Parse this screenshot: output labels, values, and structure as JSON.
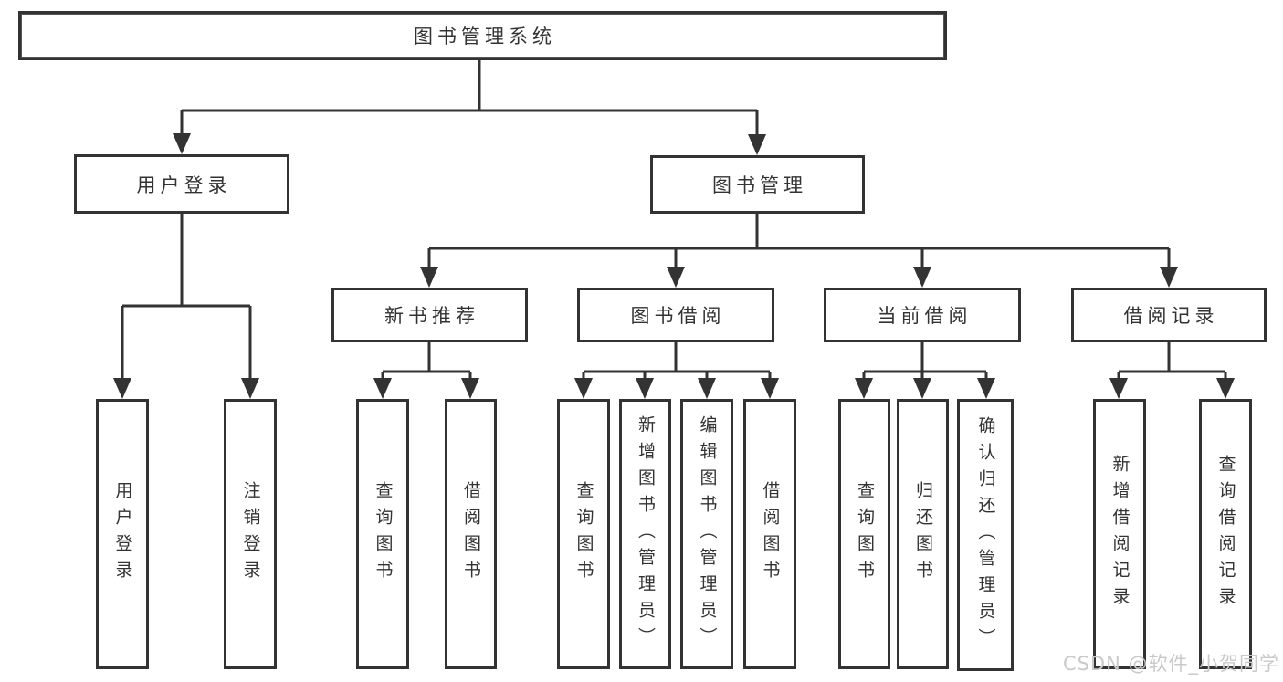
{
  "title": "图书管理系统",
  "watermark": "CSDN @软件_小贺同学",
  "tree": {
    "label": "图书管理系统",
    "children": [
      {
        "label": "用户登录",
        "children": [
          {
            "label": "用户登录"
          },
          {
            "label": "注销登录"
          }
        ]
      },
      {
        "label": "图书管理",
        "children": [
          {
            "label": "新书推荐",
            "children": [
              {
                "label": "查询图书"
              },
              {
                "label": "借阅图书"
              }
            ]
          },
          {
            "label": "图书借阅",
            "children": [
              {
                "label": "查询图书"
              },
              {
                "label": "新增图书（管理员）"
              },
              {
                "label": "编辑图书（管理员）"
              },
              {
                "label": "借阅图书"
              }
            ]
          },
          {
            "label": "当前借阅",
            "children": [
              {
                "label": "查询图书"
              },
              {
                "label": "归还图书"
              },
              {
                "label": "确认归还（管理员）"
              }
            ]
          },
          {
            "label": "借阅记录",
            "children": [
              {
                "label": "新增借阅记录"
              },
              {
                "label": "查询借阅记录"
              }
            ]
          }
        ]
      }
    ]
  },
  "colors": {
    "line": "#333333",
    "box_border": "#333333",
    "text": "#333333",
    "watermark": "#c9c9c9",
    "background": "#ffffff"
  }
}
